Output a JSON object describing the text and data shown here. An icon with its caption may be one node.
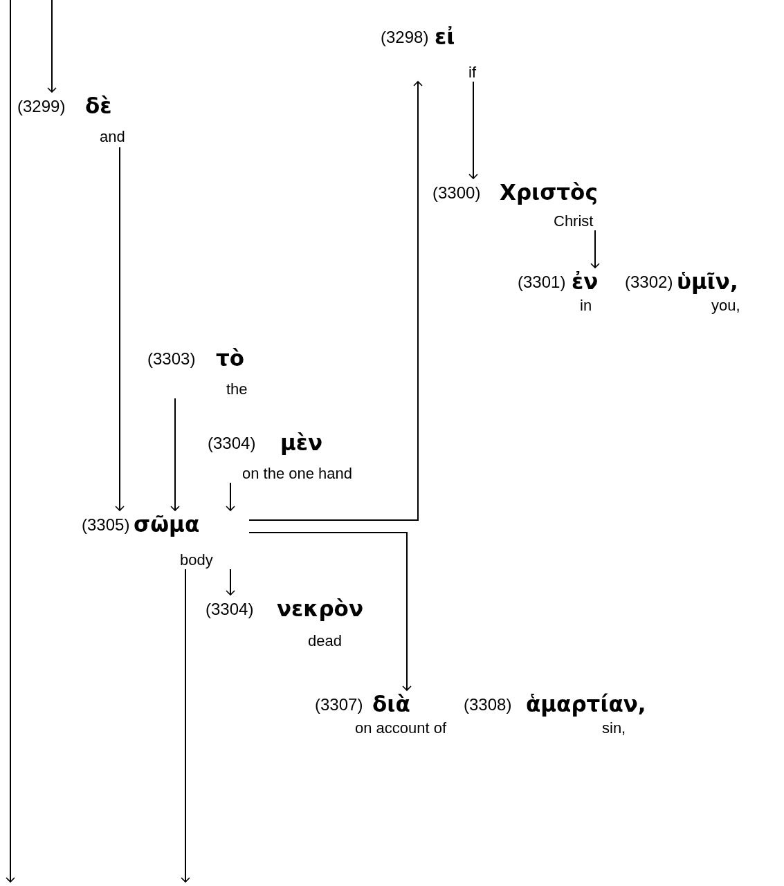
{
  "diagram": {
    "nodes": [
      {
        "text": [
          "(3298)",
          "εἰ",
          "if"
        ]
      },
      {
        "text": [
          "(3299)",
          "δὲ",
          "and"
        ]
      },
      {
        "text": [
          "(3300)",
          "Χριστὸς",
          "Christ"
        ]
      },
      {
        "text": [
          "(3301)",
          "ἐν",
          "in"
        ]
      },
      {
        "text": [
          "(3302)",
          "ὑμῖν,",
          "you,"
        ]
      },
      {
        "text": [
          "(3303)",
          "τὸ",
          "the"
        ]
      },
      {
        "text": [
          "(3304)",
          "μὲν",
          "on the one hand"
        ]
      },
      {
        "text": [
          "(3305)",
          "σῶμα",
          "body"
        ]
      },
      {
        "text": [
          "(3304)",
          "νεκρὸν",
          "dead"
        ]
      },
      {
        "text": [
          "(3307)",
          "διὰ",
          "on account of"
        ]
      },
      {
        "text": [
          "(3308)",
          "ἁμαρτίαν,",
          "sin,"
        ]
      }
    ],
    "edges": [
      {
        "from": null,
        "to": 1,
        "arrow": "to"
      },
      {
        "from": 0,
        "to": 2,
        "arrow": "to"
      },
      {
        "from": 2,
        "to": 3,
        "arrow": "to"
      },
      {
        "from": 1,
        "to": 7,
        "arrow": "to"
      },
      {
        "from": 5,
        "to": 7,
        "arrow": "to"
      },
      {
        "from": 6,
        "to": 7,
        "arrow": "to"
      },
      {
        "from": 7,
        "to": 0,
        "arrow": "to"
      },
      {
        "from": 7,
        "to": 9,
        "arrow": "to"
      },
      {
        "from": 7,
        "to": 8,
        "arrow": "to"
      },
      {
        "from": 7,
        "to": null,
        "arrow": "to"
      }
    ]
  }
}
